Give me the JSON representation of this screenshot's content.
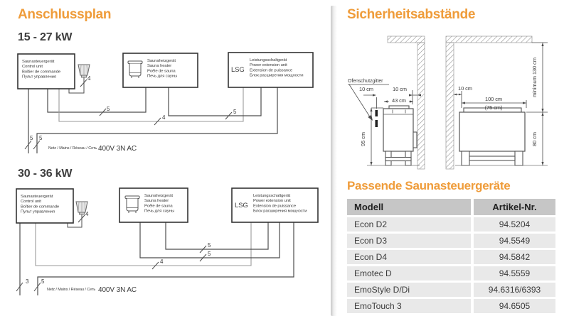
{
  "titles": {
    "connection_plan": "Anschlussplan",
    "safety_distances": "Sicherheitsabstände",
    "matching_controls": "Passende Saunasteuergeräte"
  },
  "connection": {
    "range_1": "15 - 27 kW",
    "range_2": "30 - 36 kW",
    "control_unit_lines": [
      "Saunasteuergerät",
      "Control unit",
      "Boîtier de commande",
      "Пульт управления"
    ],
    "heater_lines": [
      "Saunaheizgerät",
      "Sauna heater",
      "Poêle de sauna",
      "Печь для сауны"
    ],
    "lsg_abbr": "LSG",
    "lsg_lines": [
      "Leistungsschaltgerät",
      "Power extension unit",
      "Extension de puissance",
      "Блок расширения мощности"
    ],
    "mains": "Netz / Mains / Réseau / Сеть",
    "voltage": "400V 3N AC",
    "wire_3": "3",
    "wire_4": "4",
    "wire_5": "5"
  },
  "safety": {
    "grille": "Ofenschutzgitter",
    "d10": "10 cm",
    "d43": "43 cm",
    "d95": "95 cm",
    "d100": "100 cm",
    "d75": "(75 cm)",
    "dmin130": "minimum 130 cm",
    "d80": "80 cm"
  },
  "table": {
    "headers": [
      "Modell",
      "Artikel-Nr."
    ],
    "rows": [
      {
        "model": "Econ D2",
        "artnr": "94.5204"
      },
      {
        "model": "Econ D3",
        "artnr": "94.5549"
      },
      {
        "model": "Econ D4",
        "artnr": "94.5842"
      },
      {
        "model": "Emotec D",
        "artnr": "94.5559"
      },
      {
        "model": "EmoStyle D/Di",
        "artnr": "94.6316/6393"
      },
      {
        "model": "EmoTouch 3",
        "artnr": "94.6505"
      }
    ]
  },
  "colors": {
    "accent": "#EF9C3A",
    "table_header_bg": "#c6c6c6",
    "table_row_bg": "#e9e9e9"
  }
}
